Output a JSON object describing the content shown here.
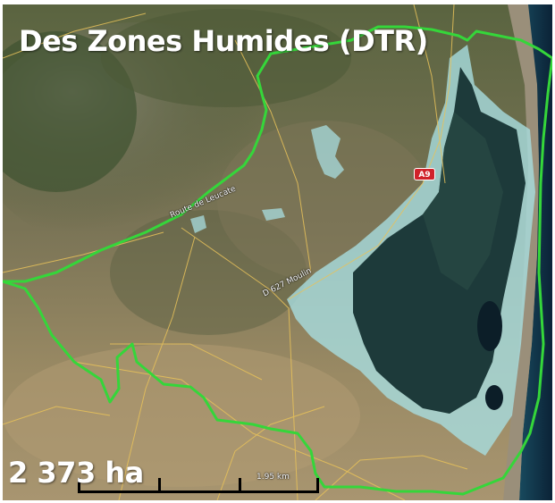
{
  "map": {
    "title": "Des Zones Humides (DTR)",
    "area_value": "2 373 ha",
    "highway_shield": "A9",
    "scale_label": "1.95 km",
    "road_labels": [
      "Route de Leucate",
      "D 627 Moulin"
    ]
  },
  "colors": {
    "boundary": "#35d63a",
    "wetland": "#a8dde0",
    "lagoon": "#1d3a3a",
    "sea": "#0d2a40",
    "road": "#e8c25a",
    "highway_shield": "#d0222a",
    "text": "#ffffff"
  },
  "icons": {
    "highway_shield": "highway-shield-icon",
    "scale_bar": "scale-bar-icon"
  }
}
